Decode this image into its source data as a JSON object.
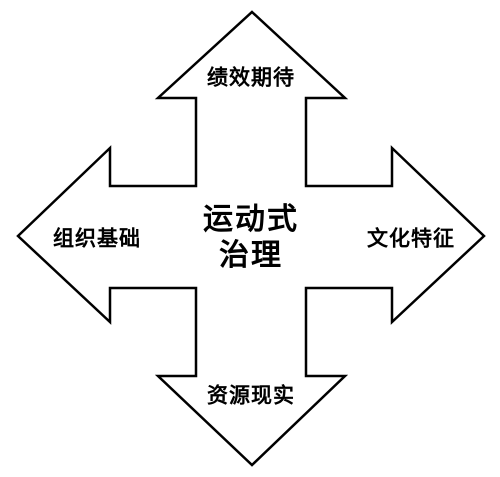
{
  "diagram": {
    "center": {
      "line1": "运动式",
      "line2": "治理"
    },
    "top_label": "绩效期待",
    "left_label": "组织基础",
    "right_label": "文化特征",
    "bottom_label": "资源现实",
    "colors": {
      "stroke": "#000000",
      "fill": "#ffffff",
      "text": "#000000"
    }
  }
}
